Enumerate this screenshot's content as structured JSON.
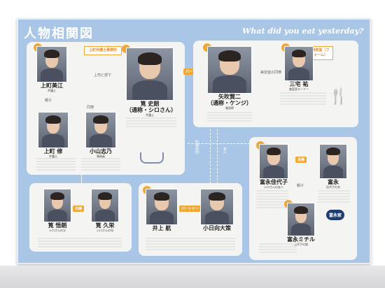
{
  "header": {
    "title": "人物相関図",
    "tagline": "What did you eat yesterday?"
  },
  "people": {
    "kakei": {
      "name": "筧 史朗",
      "alias": "（通称・シロさん）",
      "role": "弁護士"
    },
    "yabuki": {
      "name": "矢吹賢二",
      "alias": "（通称・ケンジ）",
      "role": "美容師"
    },
    "kamimachi_mie": {
      "name": "上町美江",
      "role": "弁護士"
    },
    "kamimachi_osamu": {
      "name": "上町 修",
      "role": "弁護士"
    },
    "koyama": {
      "name": "小山志乃",
      "role": "事務員"
    },
    "miyake": {
      "name": "三宅 祐",
      "role": "美容室オーナー"
    },
    "kakei_goro": {
      "name": "筧 悟朗",
      "role": "シロさんの父"
    },
    "kakei_hisae": {
      "name": "筧 久栄",
      "role": "シロさんの母"
    },
    "inoue": {
      "name": "井上 航",
      "role": ""
    },
    "kobinata": {
      "name": "小日向大策",
      "role": ""
    },
    "tominaga_kayoko": {
      "name": "富永佳代子",
      "role": "シロさんの友人"
    },
    "tominaga_husband": {
      "name": "富永",
      "role": "佳代子の夫"
    },
    "tominaga_michiru": {
      "name": "富永ミチル",
      "role": "佳代子の娘"
    }
  },
  "groups": {
    "law_office": "上町弁護士事務所",
    "salon": "美容室（フォーム）",
    "tominaga_family": "富永家"
  },
  "labels": {
    "partner1": "パートナー",
    "partner2": "パートナー",
    "couple1": "夫婦",
    "couple2": "夫婦",
    "boss": "上司と部下",
    "coworker": "同僚",
    "parent_child": "親子",
    "family_rel": "親子",
    "shopping": "料理仲間",
    "salon_rel": "美容室の同僚",
    "friend": "友人"
  },
  "colors": {
    "board": "#a9c6e6",
    "panel": "#f4f4f2",
    "accent": "#f0a833",
    "family_badge": "#1e3d6e"
  }
}
